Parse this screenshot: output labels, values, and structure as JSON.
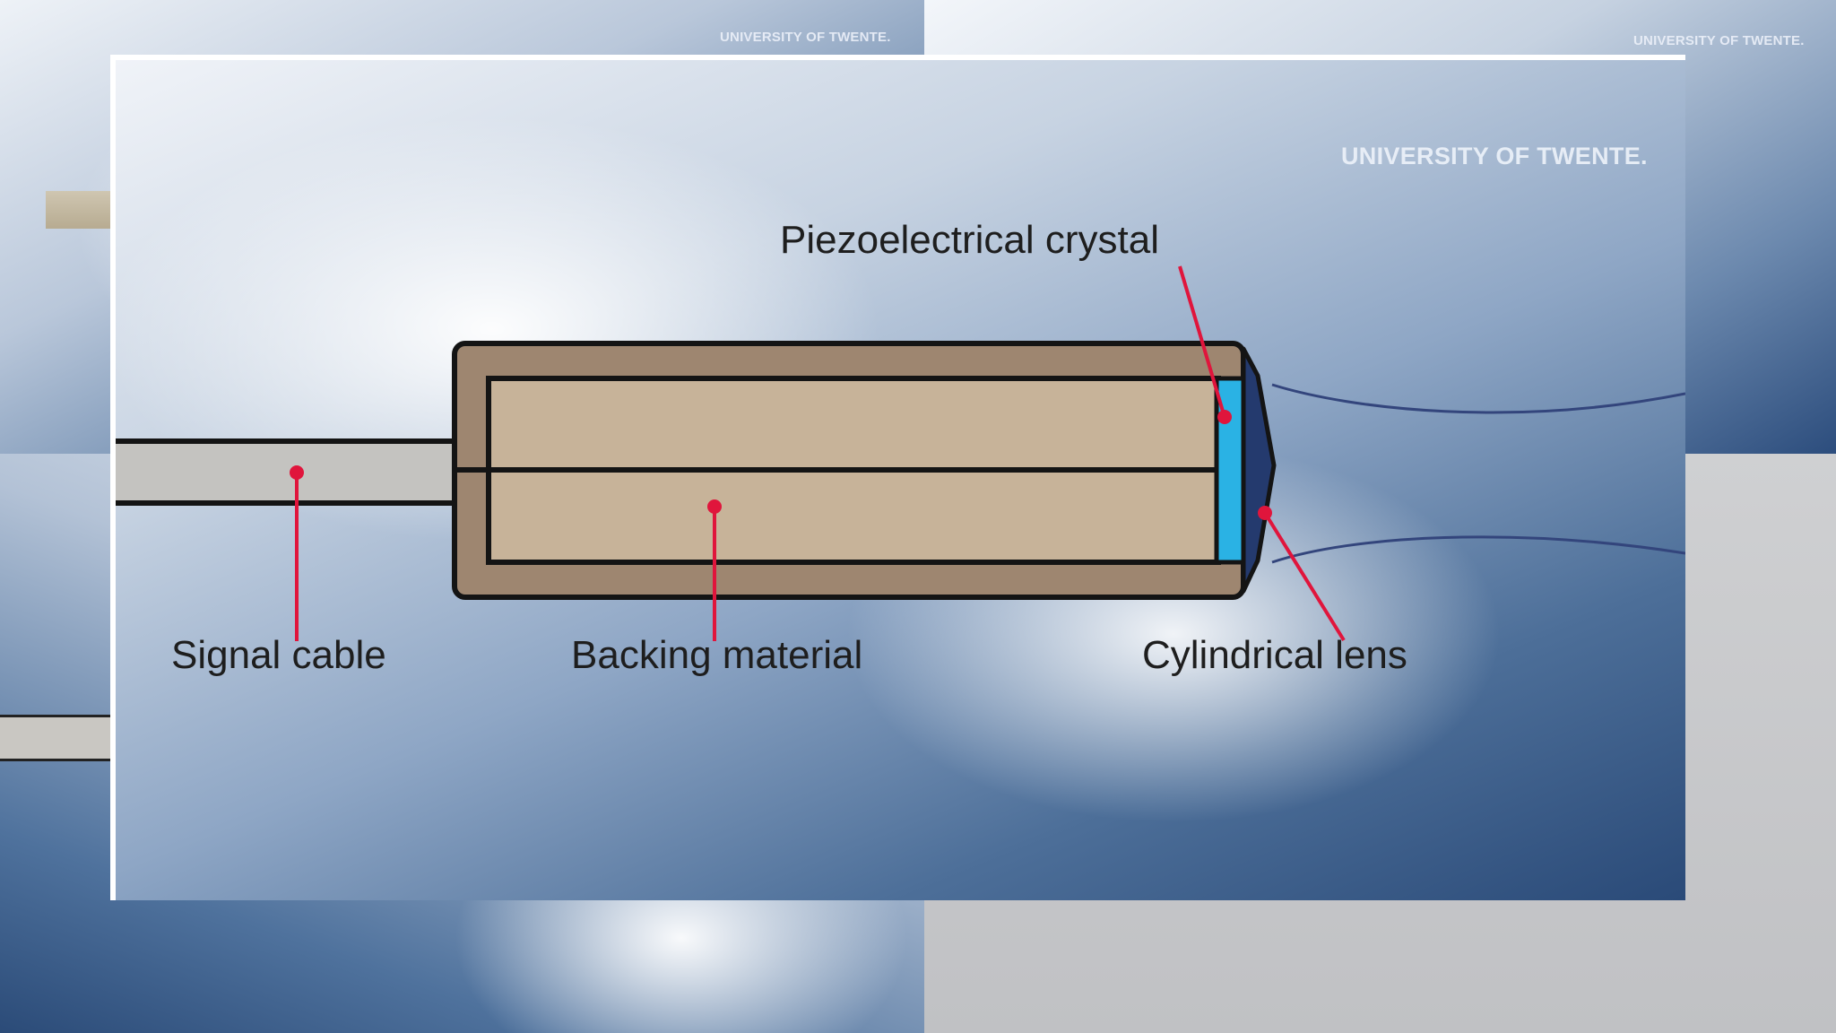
{
  "branding": {
    "top_left_tile": "UNIVERSITY OF TWENTE.",
    "top_right_tile": "UNIVERSITY OF TWENTE.",
    "main_panel": "UNIVERSITY OF TWENTE."
  },
  "diagram": {
    "labels": {
      "piezo": "Piezoelectrical crystal",
      "signal_cable": "Signal cable",
      "backing_material": "Backing material",
      "cylindrical_lens": "Cylindrical lens"
    },
    "colors": {
      "housing": "#9e8670",
      "backing": "#c7b399",
      "crystal": "#2ab2e4",
      "lens": "#243a6e",
      "cable": "#c4c3c0",
      "pointer": "#e0153c",
      "outline": "#141414",
      "beam": "#33457c"
    }
  }
}
